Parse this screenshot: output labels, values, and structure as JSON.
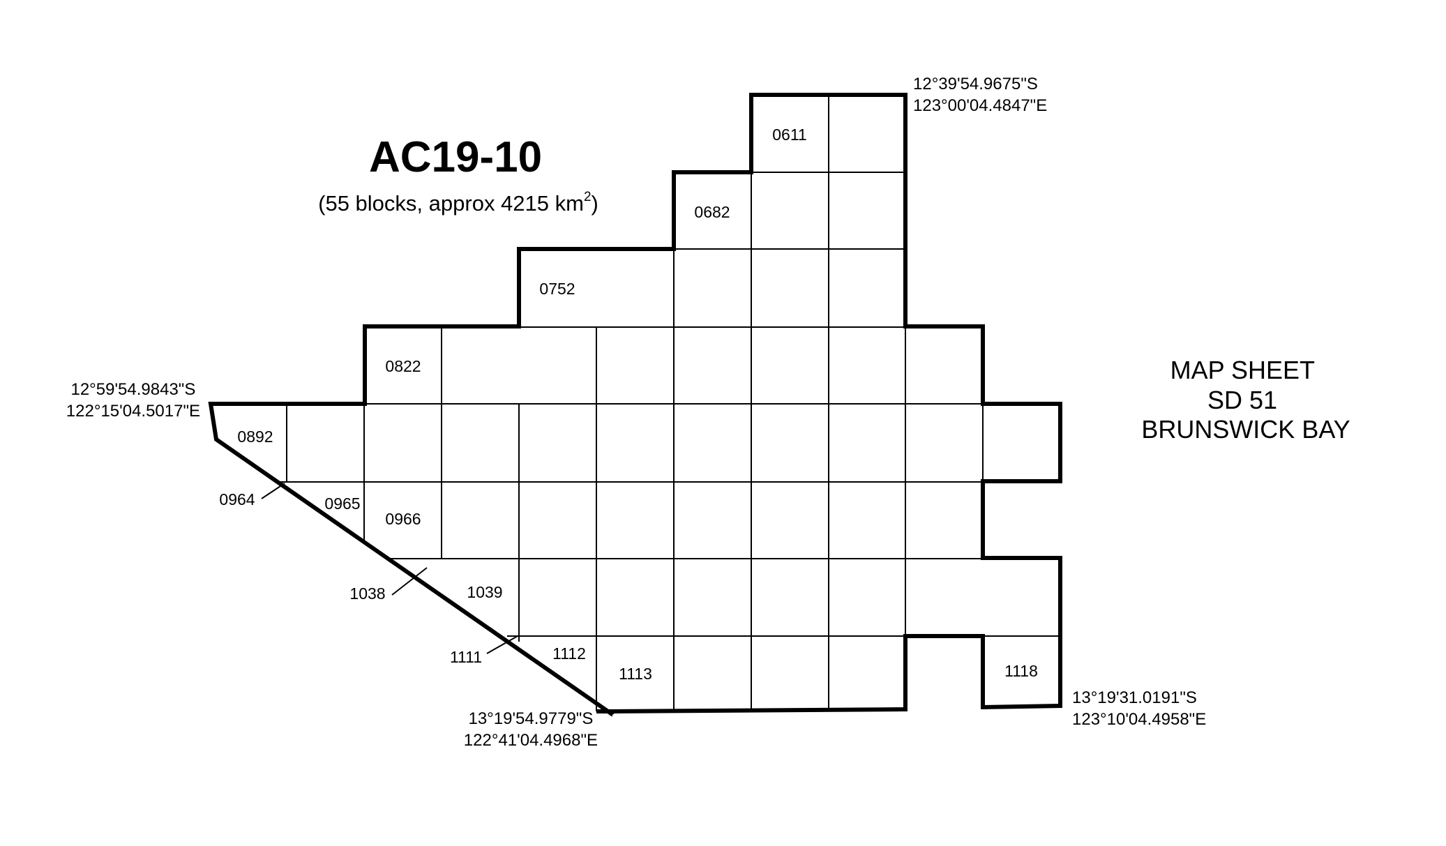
{
  "title": "AC19-10",
  "subtitle": {
    "text": "(55 blocks, approx 4215 km",
    "sup": "2",
    "close": ")"
  },
  "map_sheet": [
    "MAP SHEET",
    "SD 51",
    "BRUNSWICK BAY"
  ],
  "coordinates": {
    "top_right": [
      "12°39'54.9675\"S",
      "123°00'04.4847\"E"
    ],
    "left": [
      "12°59'54.9843\"S",
      "122°15'04.5017\"E"
    ],
    "bottom_left": [
      "13°19'54.9779\"S",
      "122°41'04.4968\"E"
    ],
    "bottom_right": [
      "13°19'31.0191\"S",
      "123°10'04.4958\"E"
    ]
  },
  "block_labels": {
    "b0611": "0611",
    "b0682": "0682",
    "b0752": "0752",
    "b0822": "0822",
    "b0892": "0892",
    "b0964": "0964",
    "b0965": "0965",
    "b0966": "0966",
    "b1038": "1038",
    "b1039": "1039",
    "b1111": "1111",
    "b1112": "1112",
    "b1113": "1113",
    "b1118": "1118"
  }
}
